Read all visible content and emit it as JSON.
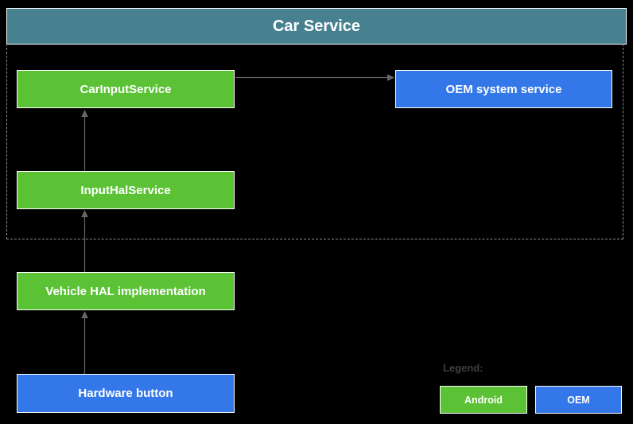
{
  "colors": {
    "android_green": "#5bc236",
    "oem_blue": "#3377e8",
    "header_teal": "#47818f",
    "background": "#000000",
    "arrow_gray": "#666666",
    "boundary_gray": "#8f8f8f",
    "legend_text": "#3c4043",
    "node_text": "#ffffff"
  },
  "header": {
    "title": "Car Service"
  },
  "nodes": {
    "car_input_service": {
      "label": "CarInputService",
      "type": "android"
    },
    "oem_system_service": {
      "label": "OEM system service",
      "type": "oem"
    },
    "input_hal_service": {
      "label": "InputHalService",
      "type": "android"
    },
    "vehicle_hal_implementation": {
      "label": "Vehicle HAL implementation",
      "type": "android"
    },
    "hardware_button": {
      "label": "Hardware button",
      "type": "oem"
    }
  },
  "edges": [
    {
      "from": "CarInputService",
      "to": "OEM system service",
      "direction": "right"
    },
    {
      "from": "InputHalService",
      "to": "CarInputService",
      "direction": "up"
    },
    {
      "from": "Vehicle HAL implementation",
      "to": "InputHalService",
      "direction": "up"
    },
    {
      "from": "Hardware button",
      "to": "Vehicle HAL implementation",
      "direction": "up"
    }
  ],
  "legend": {
    "title": "Legend:",
    "items": [
      {
        "label": "Android",
        "color": "#5bc236"
      },
      {
        "label": "OEM",
        "color": "#3377e8"
      }
    ]
  }
}
